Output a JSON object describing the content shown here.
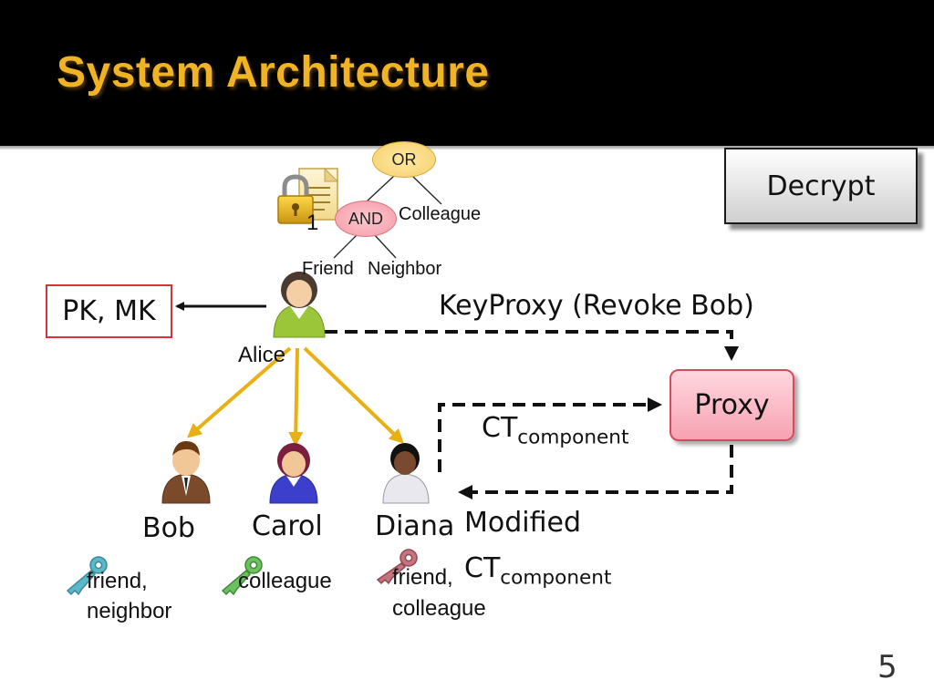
{
  "title": "System Architecture",
  "decrypt_button": "Decrypt",
  "pk_mk": "PK, MK",
  "proxy": "Proxy",
  "policy_tree": {
    "or_node": "OR",
    "and_node": "AND",
    "colleague": "Colleague",
    "friend": "Friend",
    "neighbor": "Neighbor",
    "lock_index": "1"
  },
  "keyproxy_label": "KeyProxy (Revoke Bob)",
  "ct_component": {
    "main": "CT",
    "sub": "component"
  },
  "modified_ct": {
    "line1": "Modified",
    "main": "CT",
    "sub": "component"
  },
  "users": {
    "alice": "Alice",
    "bob": "Bob",
    "carol": "Carol",
    "diana": "Diana"
  },
  "keys": {
    "bob_line1": "friend,",
    "bob_line2": "neighbor",
    "carol": "colleague",
    "diana_line1": "friend,",
    "diana_line2": "colleague"
  },
  "slide_number": "5",
  "colors": {
    "title": "#f0b323",
    "arrow_orange": "#e8b012",
    "pkmk_border": "#d2363b",
    "proxy_fill": "#f7a2b2",
    "key_teal": "#5ab8c8",
    "key_green": "#6cc060",
    "key_red": "#c8747e"
  },
  "icons": [
    "lock-icon",
    "document-icon",
    "user-avatar-icon",
    "key-icon"
  ]
}
